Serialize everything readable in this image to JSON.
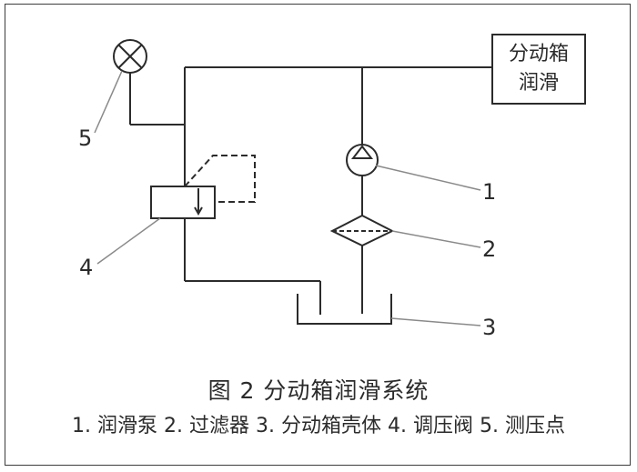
{
  "diagram": {
    "box_label_line1": "分动箱",
    "box_label_line2": "润滑",
    "callouts": [
      "1",
      "2",
      "3",
      "4",
      "5"
    ],
    "title": "图 2  分动箱润滑系统",
    "legend": "1. 润滑泵  2. 过滤器  3. 分动箱壳体  4. 调压阀  5. 测压点"
  }
}
